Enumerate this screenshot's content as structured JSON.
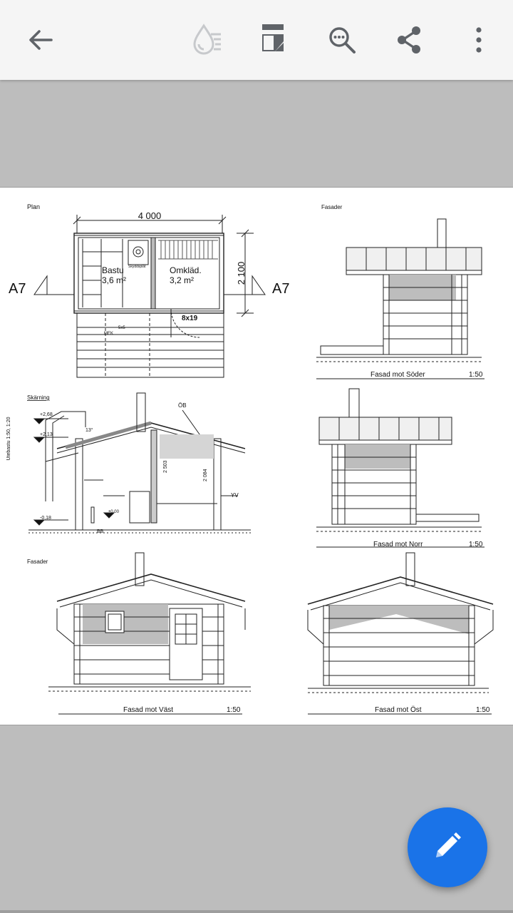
{
  "toolbar": {
    "back": "back-arrow-icon",
    "ink": "ink-drop-icon",
    "reflow": "reflow-icon",
    "search": "search-icon",
    "share": "share-icon",
    "more": "more-vert-icon"
  },
  "drawing": {
    "plan_title": "Plan",
    "dim_width": "4 000",
    "dim_depth": "2 100",
    "section_left": "A7",
    "section_right": "A7",
    "room1_name": "Bastu",
    "room1_area": "3,6 m²",
    "stove_label": "Skyddsplåt",
    "room2_name": "Omkläd.",
    "room2_area": "3,2 m²",
    "door_size": "8x19",
    "deck_note1": "5x5",
    "deck_note2": "MEK",
    "section_title": "Skärning",
    "level_1": "+2,68",
    "level_2": "+2,13",
    "level_3": "±0,00",
    "level_4": "-0,18",
    "roof_angle": "13°",
    "label_ob": "ÖB",
    "height_1": "2 503",
    "height_2": "2 084",
    "label_yv": "YV",
    "label_bb": "BB",
    "side_note": "Utebastu 1:50, 1:20",
    "fasader_top": "Fasader",
    "fasader_left": "Fasader",
    "facade_s": "Fasad mot Söder",
    "facade_n": "Fasad mot Norr",
    "facade_w": "Fasad mot Väst",
    "facade_e": "Fasad mot Öst",
    "scale": "1:50"
  },
  "fab": {
    "icon": "edit-pencil-icon"
  }
}
